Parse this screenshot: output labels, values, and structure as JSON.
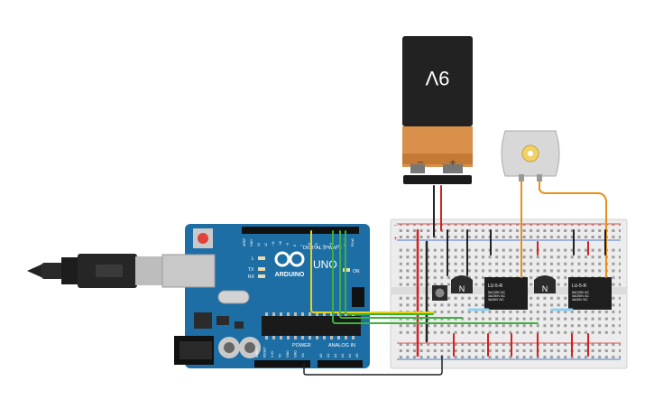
{
  "battery": {
    "voltage_label": "9V",
    "minus_label": "−",
    "plus_label": "+"
  },
  "arduino": {
    "brand_label": "ARDUINO",
    "model_label": "UNO",
    "on_label": "ON",
    "digital_label": "DIGITAL (PWM~)",
    "analog_label": "ANALOG IN",
    "power_label": "POWER",
    "tx_label": "TX",
    "rx_label": "RX",
    "l_label": "L",
    "top_pins": [
      "AREF",
      "GND",
      "13",
      "12",
      "~11",
      "~10",
      "~9",
      "8",
      "7",
      "~6",
      "~5",
      "4",
      "~3",
      "2",
      "TX▸1",
      "RX◂0"
    ],
    "power_pins": [
      "IOREF",
      "RESET",
      "3.3V",
      "5V",
      "GND",
      "GND",
      "Vin"
    ],
    "analog_pins": [
      "A0",
      "A1",
      "A2",
      "A3",
      "A4",
      "A5"
    ]
  },
  "transistors": [
    {
      "label": "N"
    },
    {
      "label": "N"
    }
  ],
  "relays": [
    {
      "title": "LU-5-R",
      "line1": "5A/125V AC",
      "line2": "3A/250V AC",
      "line3": "3A/30V DC"
    },
    {
      "title": "LU-5-R",
      "line1": "5A/125V AC",
      "line2": "3A/250V AC",
      "line3": "3A/30V DC"
    }
  ],
  "breadboard": {
    "plus_label": "+",
    "minus_label": "−"
  },
  "colors": {
    "arduino_blue": "#1c6ea4",
    "battery_orange": "#d9904a",
    "wire_red": "#d32020",
    "wire_black": "#222222",
    "wire_yellow": "#e8d21a",
    "wire_green": "#3db03d",
    "wire_orange": "#e8901a"
  }
}
